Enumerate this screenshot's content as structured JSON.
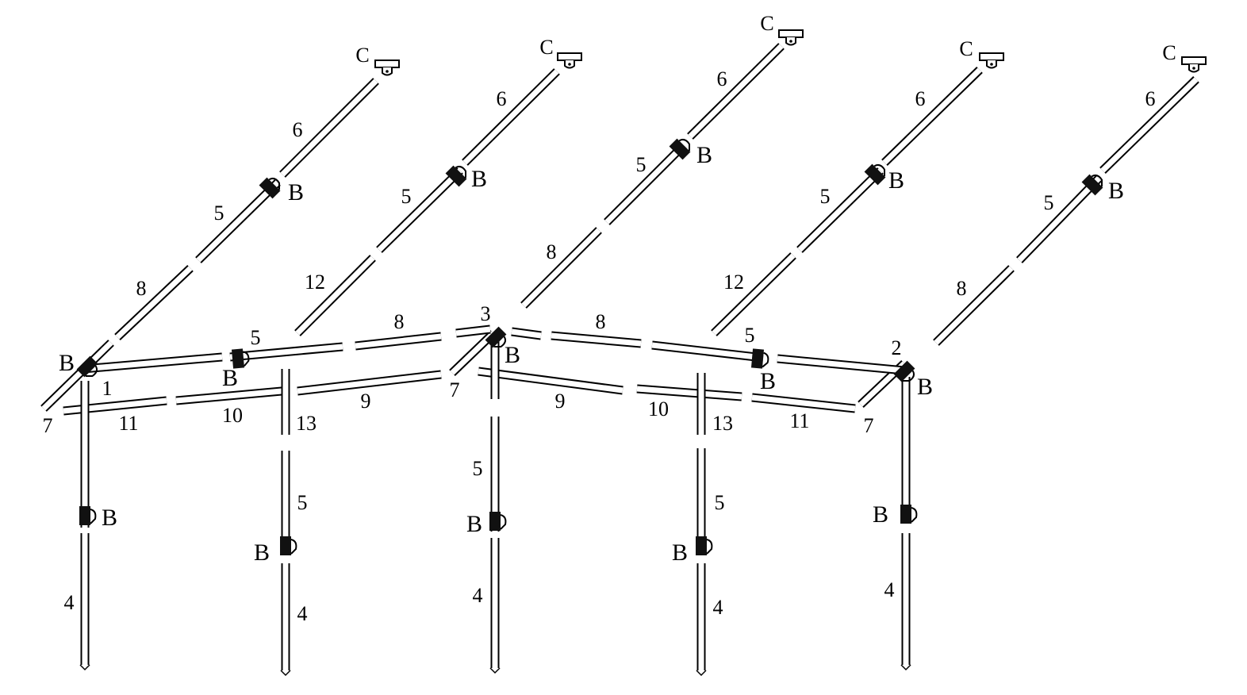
{
  "diagram": {
    "type": "awning frame assembly diagram",
    "labels": [
      "C",
      "C",
      "C",
      "C",
      "C",
      "6",
      "6",
      "6",
      "6",
      "6",
      "B",
      "B",
      "B",
      "B",
      "B",
      "5",
      "5",
      "5",
      "5",
      "5",
      "8",
      "8",
      "8",
      "12",
      "12",
      "3",
      "2",
      "5",
      "5",
      "8",
      "8",
      "B",
      "B",
      "B",
      "B",
      "B",
      "1",
      "7",
      "7",
      "7",
      "11",
      "11",
      "10",
      "10",
      "9",
      "9",
      "13",
      "13",
      "5",
      "5",
      "5",
      "B",
      "B",
      "B",
      "B",
      "B",
      "4",
      "4",
      "4",
      "4",
      "4"
    ],
    "colors": {
      "line": "#000000",
      "tube": "#ffffff",
      "joint": "#111111"
    }
  }
}
